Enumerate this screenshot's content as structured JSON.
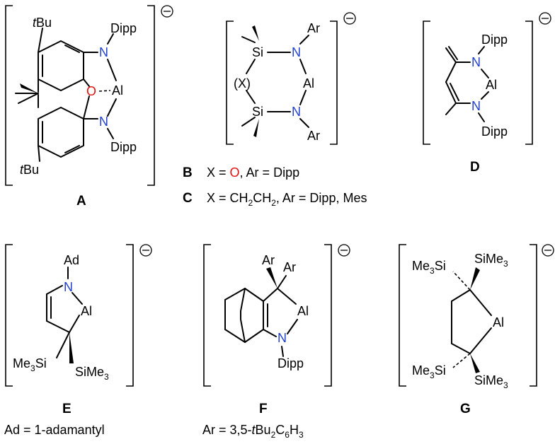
{
  "atoms": {
    "tBu": "tBu",
    "t_prefix": "t",
    "Bu": "Bu",
    "N": "N",
    "O": "O",
    "Al": "Al",
    "Dipp": "Dipp",
    "Ar": "Ar",
    "Si": "Si",
    "X": "X",
    "Ad": "Ad",
    "Me": "Me",
    "sub3": "3"
  },
  "captions": {
    "A": "A",
    "B": "B",
    "C": "C",
    "D": "D",
    "E": "E",
    "F": "F",
    "G": "G"
  },
  "legends": {
    "B_prefix": "X = ",
    "B_O": "O",
    "B_suffix": ", Ar = Dipp",
    "C_text_1": "X = CH",
    "C_sub_1": "2",
    "C_text_2": "CH",
    "C_sub_2": "2",
    "C_text_3": ", Ar = Dipp, Mes",
    "E_legend": "Ad = 1-adamantyl",
    "F_legend_1": "Ar = 3,5-",
    "F_legend_t": "t",
    "F_legend_2": "Bu",
    "F_legend_sub2": "2",
    "F_legend_3": "C",
    "F_legend_sub6": "6",
    "F_legend_4": "H",
    "F_legend_sub3": "3"
  },
  "colors": {
    "nitrogen": "#1f3fd0",
    "oxygen": "#e01010",
    "bond": "#000000"
  },
  "charge_symbol": "minus-in-circle"
}
